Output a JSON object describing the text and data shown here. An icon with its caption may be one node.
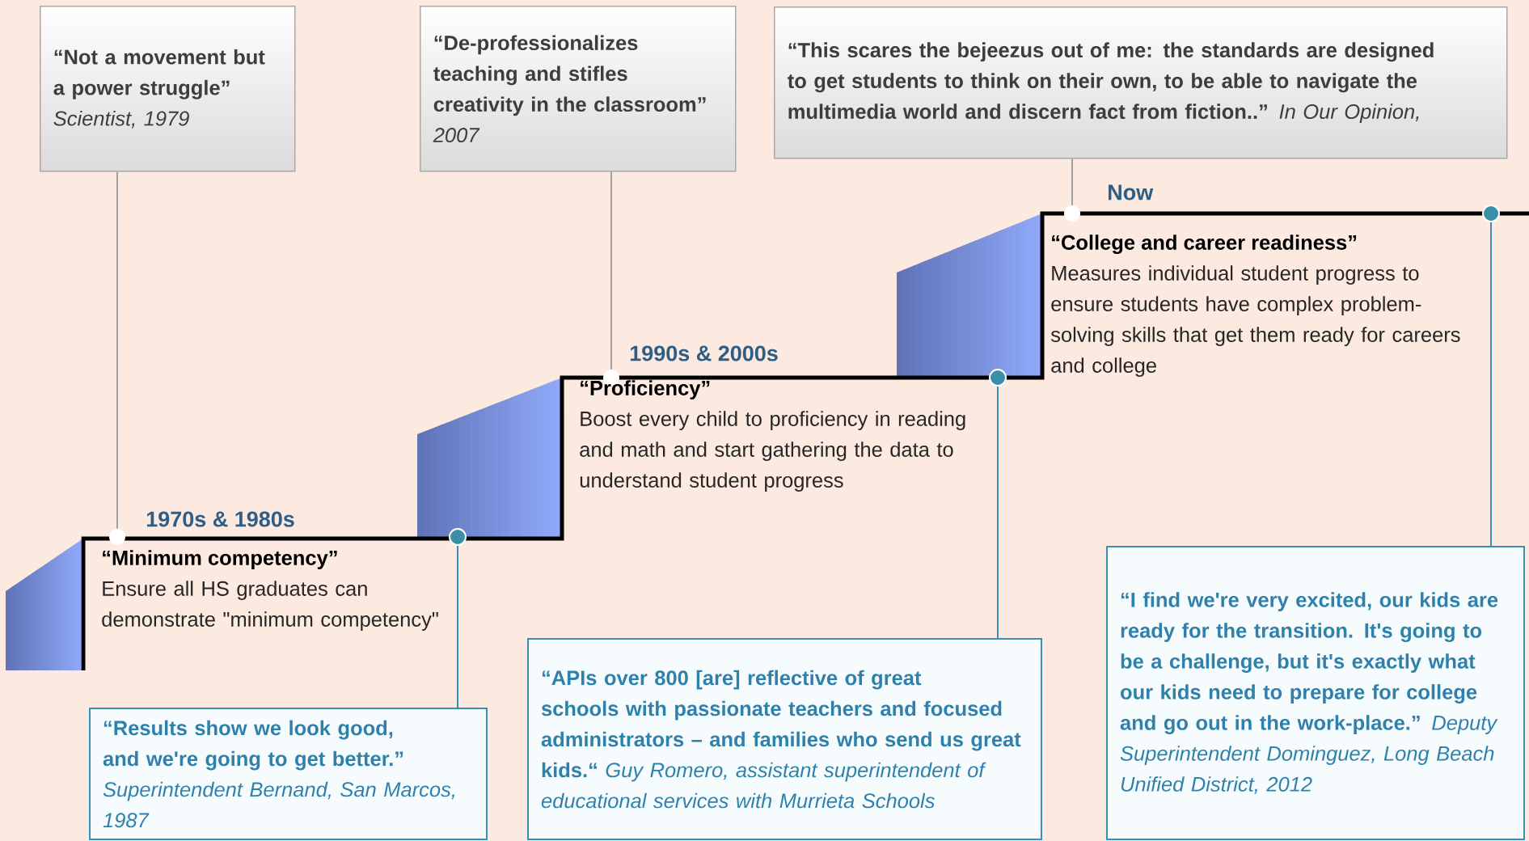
{
  "diagram": {
    "nodes": [
      {
        "text": [
          "“Not a movement but a power struggle”",
          "Scientist, 1979"
        ]
      },
      {
        "text": [
          "“De-professionalizes teaching and stifles creativity in the classroom”",
          "2007"
        ]
      },
      {
        "text": [
          "“This scares the bejeezus out of me: the standards are designed to get students to think on their own, to be able to navigate the multimedia world and discern fact from fiction..”",
          "In Our Opinion,"
        ]
      },
      {
        "text": [],
        "shape": "circle"
      },
      {
        "text": [],
        "shape": "circle"
      },
      {
        "text": [],
        "shape": "circle"
      },
      {
        "text": [],
        "shape": "circle"
      },
      {
        "text": [],
        "shape": "circle"
      },
      {
        "text": [],
        "shape": "circle"
      },
      {
        "text": [
          "“Results show we look good, and we're going to get better.”",
          "Superintendent Bernand, San Marcos, 1987"
        ]
      },
      {
        "text": [
          "“APIs over 800 [are] reflective of great schools with passionate teachers and focused administrators – and families who send us great kids.“",
          "Guy Romero, assistant superintendent of educational services with Murrieta Schools"
        ]
      },
      {
        "text": [
          "“I find we're very excited, our kids are ready for the transition. It's going to be a challenge, but it's exactly what our kids need to prepare for college and go out in the work-place.”",
          "Deputy Superintendent Dominguez, Long Beach Unified District, 2012"
        ]
      }
    ],
    "edges": [
      {
        "from": 0,
        "to": 3,
        "arrow": "none",
        "color": "#a0a0a0"
      },
      {
        "from": 1,
        "to": 4,
        "arrow": "none",
        "color": "#a0a0a0"
      },
      {
        "from": 2,
        "to": 5,
        "arrow": "none",
        "color": "#a0a0a0"
      },
      {
        "from": 9,
        "to": 6,
        "arrow": "none",
        "color": "#3a8fb7"
      },
      {
        "from": 10,
        "to": 7,
        "arrow": "none",
        "color": "#3a8fb7"
      },
      {
        "from": 11,
        "to": 8,
        "arrow": "none",
        "color": "#3a8fb7"
      }
    ],
    "labels": [
      "1970s & 1980s",
      "“Minimum competency”",
      "Ensure all HS graduates can demonstrate \"minimum competency\"",
      "1990s & 2000s",
      "“Proficiency”",
      "Boost every child to proficiency in reading and math and start gathering the data to understand student progress",
      "Now",
      "“College and career readiness”",
      "Measures individual student progress to ensure students have complex problem-solving skills that get them ready for careers and college"
    ]
  }
}
